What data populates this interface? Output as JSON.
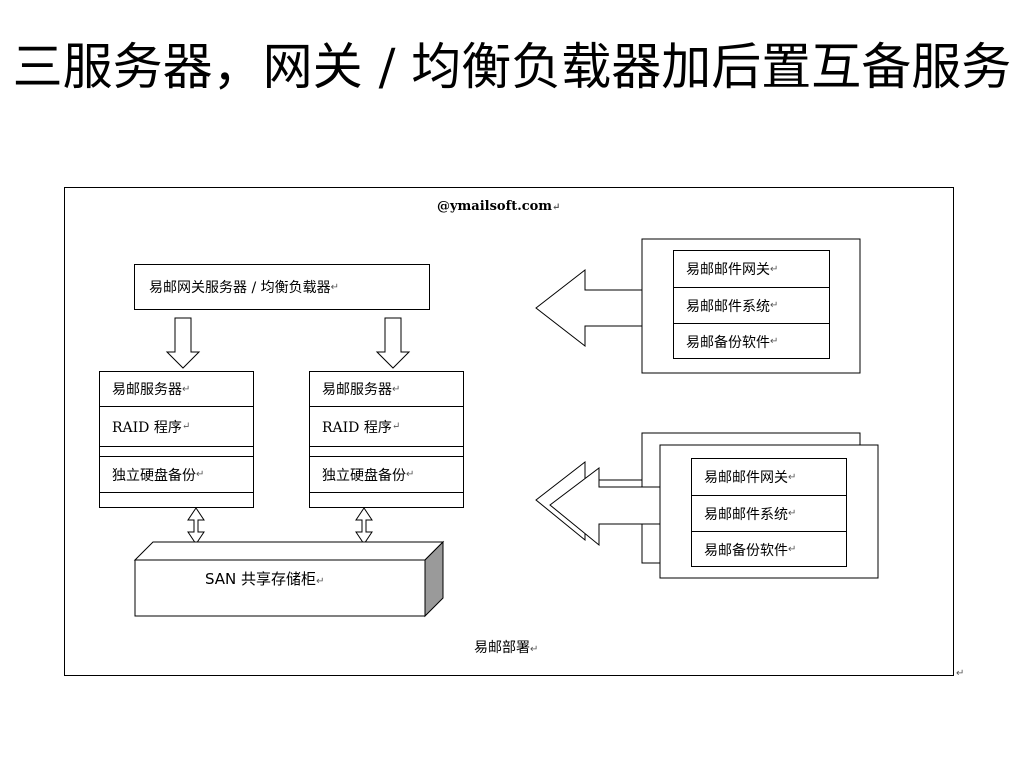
{
  "title": "三服务器，网关 / 均衡负载器加后置互备服务",
  "diagram": {
    "brand": "@ymailsoft.com",
    "gateway": "易邮网关服务器 / 均衡负载器",
    "servers": [
      {
        "name": "易邮服务器",
        "raid": "RAID 程序",
        "backup": "独立硬盘备份"
      },
      {
        "name": "易邮服务器",
        "raid": "RAID 程序",
        "backup": "独立硬盘备份"
      }
    ],
    "san": "SAN 共享存储柜",
    "footer": "易邮部署",
    "modules_top": [
      "易邮邮件网关",
      "易邮邮件系统",
      "易邮备份软件"
    ],
    "modules_bottom": [
      "易邮邮件网关",
      "易邮邮件系统",
      "易邮备份软件"
    ],
    "return_mark": "↵"
  }
}
